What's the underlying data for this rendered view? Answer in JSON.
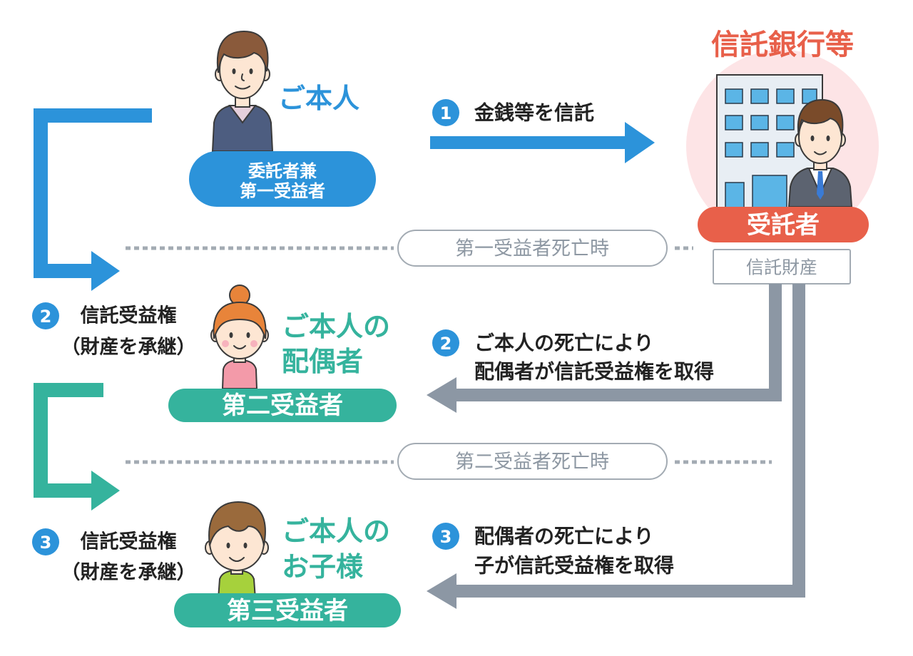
{
  "colors": {
    "blue": "#2c93da",
    "teal": "#35b39d",
    "red": "#e8604a",
    "arrow_gray": "#8c97a4",
    "pink": "#fde4e6"
  },
  "principal": {
    "label": "ご本人",
    "pill_line1": "委託者兼",
    "pill_line2": "第一受益者"
  },
  "trust_bank": {
    "title": "信託銀行等",
    "role": "受託者",
    "property": "信託財産"
  },
  "flows": [
    {
      "number": "1",
      "line1": "金銭等を信託"
    },
    {
      "number": "2",
      "line1": "ご本人の死亡により",
      "line2": "配偶者が信託受益権を取得"
    },
    {
      "number": "3",
      "line1": "配偶者の死亡により",
      "line2": "子が信託受益権を取得"
    }
  ],
  "events": {
    "first_death": "第一受益者死亡時",
    "second_death": "第二受益者死亡時"
  },
  "spouse": {
    "label_line1": "ご本人の",
    "label_line2": "配偶者",
    "role": "第二受益者"
  },
  "child": {
    "label_line1": "ご本人の",
    "label_line2": "お子様",
    "role": "第三受益者"
  },
  "succession_notes": [
    {
      "number": "2",
      "line1": "信託受益権",
      "line2": "（財産を承継）"
    },
    {
      "number": "3",
      "line1": "信託受益権",
      "line2": "（財産を承継）"
    }
  ]
}
